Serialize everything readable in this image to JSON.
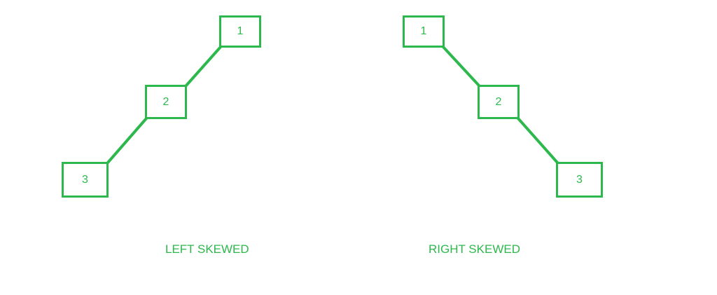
{
  "colors": {
    "stroke": "#2db84d",
    "background": "#ffffff"
  },
  "left_tree": {
    "caption": "LEFT SKEWED",
    "nodes": [
      "1",
      "2",
      "3"
    ],
    "edges": [
      [
        "1",
        "2"
      ],
      [
        "2",
        "3"
      ]
    ]
  },
  "right_tree": {
    "caption": "RIGHT SKEWED",
    "nodes": [
      "1",
      "2",
      "3"
    ],
    "edges": [
      [
        "1",
        "2"
      ],
      [
        "2",
        "3"
      ]
    ]
  }
}
